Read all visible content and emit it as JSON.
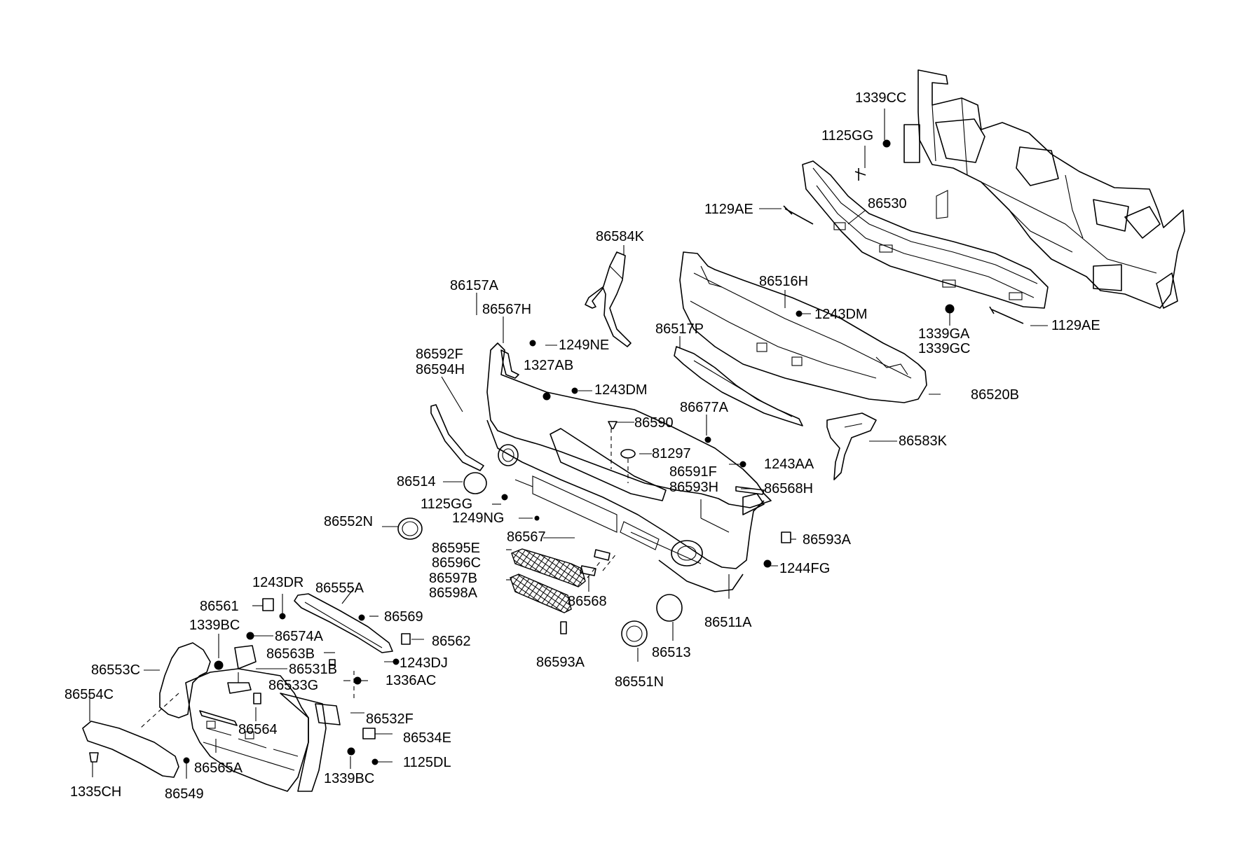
{
  "labels": {
    "l1339CC": "1339CC",
    "l1125GG_top": "1125GG",
    "l1129AE_left": "1129AE",
    "l86530": "86530",
    "l86584K": "86584K",
    "l86516H": "86516H",
    "l1243DM_right": "1243DM",
    "l86157A": "86157A",
    "l86567H": "86567H",
    "l1339GA": "1339GA",
    "l1339GC": "1339GC",
    "l1129AE_right": "1129AE",
    "l86517P": "86517P",
    "l1249NE": "1249NE",
    "l86592F": "86592F",
    "l86594H": "86594H",
    "l1327AB": "1327AB",
    "l1243DM_mid": "1243DM",
    "l86520B": "86520B",
    "l86677A": "86677A",
    "l86590": "86590",
    "l86583K": "86583K",
    "l81297": "81297",
    "l1243AA": "1243AA",
    "l86591F": "86591F",
    "l86593H": "86593H",
    "l86568H": "86568H",
    "l86514": "86514",
    "l1125GG_mid": "1125GG",
    "l1249NG": "1249NG",
    "l86552N": "86552N",
    "l86567": "86567",
    "l86593A_right": "86593A",
    "l86595E": "86595E",
    "l86596C": "86596C",
    "l1244FG": "1244FG",
    "l86597B": "86597B",
    "l86598A": "86598A",
    "l86568": "86568",
    "l1243DR": "1243DR",
    "l86555A": "86555A",
    "l86561": "86561",
    "l86569": "86569",
    "l86511A": "86511A",
    "l1339BC_top": "1339BC",
    "l86574A": "86574A",
    "l86562": "86562",
    "l86563B": "86563B",
    "l1243DJ": "1243DJ",
    "l86513": "86513",
    "l86553C": "86553C",
    "l86531B": "86531B",
    "l86593A_bottom": "86593A",
    "l1336AC": "1336AC",
    "l86551N": "86551N",
    "l86533G": "86533G",
    "l86554C": "86554C",
    "l86532F": "86532F",
    "l86564": "86564",
    "l86534E": "86534E",
    "l1125DL": "1125DL",
    "l86565A": "86565A",
    "l1339BC_bottom": "1339BC",
    "l1335CH": "1335CH",
    "l86549": "86549"
  }
}
